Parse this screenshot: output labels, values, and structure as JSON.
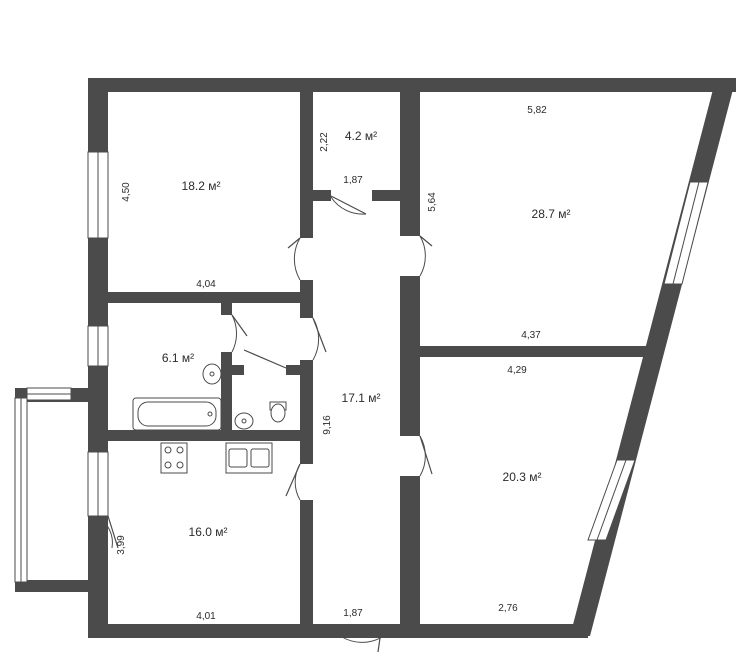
{
  "rooms": [
    {
      "id": "room-a",
      "area": "18.2 м²"
    },
    {
      "id": "room-b",
      "area": "4.2 м²"
    },
    {
      "id": "room-c",
      "area": "28.7 м²"
    },
    {
      "id": "room-d",
      "area": "6.1 м²"
    },
    {
      "id": "room-e",
      "area": "17.1 м²"
    },
    {
      "id": "room-f",
      "area": "16.0 м²"
    },
    {
      "id": "room-g",
      "area": "20.3 м²"
    }
  ],
  "dimensions": [
    "4,50",
    "4,04",
    "2,22",
    "1,87",
    "5,82",
    "5,64",
    "4,37",
    "4,29",
    "9,16",
    "3,99",
    "4,01",
    "1,87",
    "2,76"
  ],
  "colors": {
    "wall": "#4b4b4b",
    "background": "#ffffff",
    "text": "#2b2b2b"
  }
}
